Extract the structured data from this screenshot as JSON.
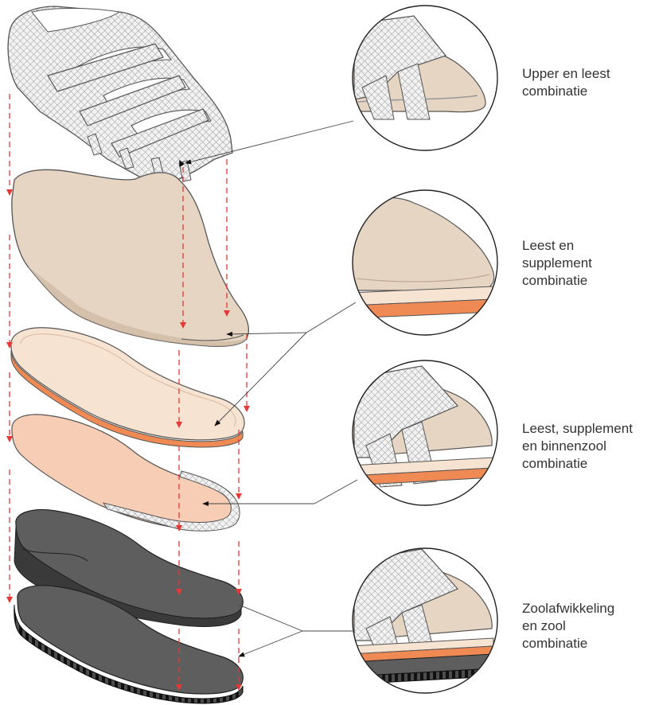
{
  "callouts": [
    {
      "id": "upper",
      "label": "Upper en leest\ncombinatie"
    },
    {
      "id": "leest-supplement",
      "label": "Leest en\nsupplement\ncombinatie"
    },
    {
      "id": "leest-supplement-binnenzool",
      "label": "Leest, supplement\nen binnenzool\ncombinatie"
    },
    {
      "id": "zoolafwikkeling",
      "label": "Zoolafwikkeling\nen zool\ncombinatie"
    }
  ],
  "colors": {
    "mesh_fill": "#f2f2f2",
    "mesh_line": "#9a9a9a",
    "last_fill": "#e6d5c3",
    "last_shadow": "#c9b29c",
    "insert_top": "#f7e3d2",
    "insert_layer": "#f08a55",
    "insole_fill": "#f8cdb5",
    "sole_fill": "#5e5e5e",
    "sole_dark": "#3a3a3a",
    "outsole_tread": "#111111",
    "guide_red": "#e53935",
    "leader": "#444444",
    "circle_stroke": "#222222"
  },
  "components": [
    {
      "id": "upper",
      "type": "velcro-strap-upper"
    },
    {
      "id": "last",
      "type": "shoe-last"
    },
    {
      "id": "supplement",
      "type": "insert-supplement"
    },
    {
      "id": "insole",
      "type": "insole-with-edge"
    },
    {
      "id": "midsole",
      "type": "rocker-midsole"
    },
    {
      "id": "outsole",
      "type": "treaded-outsole"
    }
  ]
}
